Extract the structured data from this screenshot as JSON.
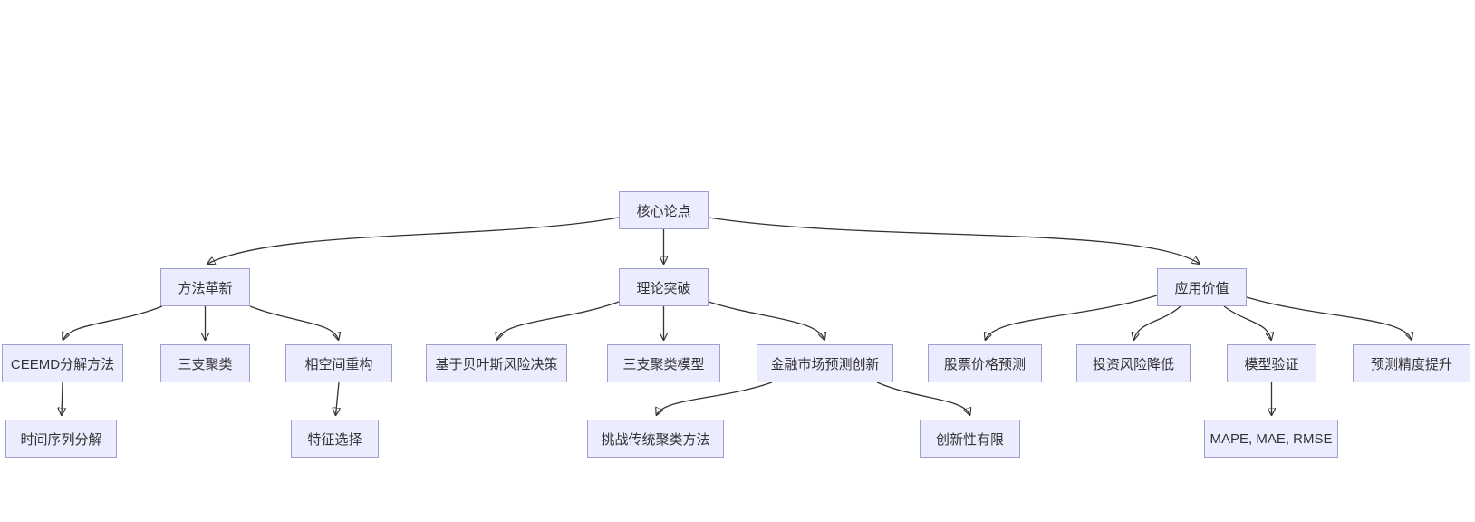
{
  "diagram": {
    "type": "flowchart",
    "direction": "top-down",
    "background_color": "#ffffff",
    "node_fill_color": "#ececff",
    "node_border_color": "#9e9ed2",
    "edge_color": "#333333",
    "text_color": "#333333"
  },
  "nodes": {
    "core_thesis": {
      "label": "核心论点"
    },
    "method_innovation": {
      "label": "方法革新"
    },
    "theory_breakthrough": {
      "label": "理论突破"
    },
    "application_value": {
      "label": "应用价值"
    },
    "ceemd": {
      "label": "CEEMD分解方法"
    },
    "three_way_clustering": {
      "label": "三支聚类"
    },
    "phase_space": {
      "label": "相空间重构"
    },
    "bayes_risk": {
      "label": "基于贝叶斯风险决策"
    },
    "three_way_model": {
      "label": "三支聚类模型"
    },
    "fin_market_innovation": {
      "label": "金融市场预测创新"
    },
    "stock_prediction": {
      "label": "股票价格预测"
    },
    "investment_risk": {
      "label": "投资风险降低"
    },
    "model_validation": {
      "label": "模型验证"
    },
    "prediction_precision": {
      "label": "预测精度提升"
    },
    "time_series_decomp": {
      "label": "时间序列分解"
    },
    "feature_selection": {
      "label": "特征选择"
    },
    "challenge_traditional": {
      "label": "挑战传统聚类方法"
    },
    "limited_novelty": {
      "label": "创新性有限"
    },
    "metrics": {
      "label": "MAPE, MAE, RMSE"
    }
  },
  "edges": [
    {
      "from": "core_thesis",
      "to": "method_innovation"
    },
    {
      "from": "core_thesis",
      "to": "theory_breakthrough"
    },
    {
      "from": "core_thesis",
      "to": "application_value"
    },
    {
      "from": "method_innovation",
      "to": "ceemd"
    },
    {
      "from": "method_innovation",
      "to": "three_way_clustering"
    },
    {
      "from": "method_innovation",
      "to": "phase_space"
    },
    {
      "from": "ceemd",
      "to": "time_series_decomp"
    },
    {
      "from": "phase_space",
      "to": "feature_selection"
    },
    {
      "from": "theory_breakthrough",
      "to": "bayes_risk"
    },
    {
      "from": "theory_breakthrough",
      "to": "three_way_model"
    },
    {
      "from": "theory_breakthrough",
      "to": "fin_market_innovation"
    },
    {
      "from": "fin_market_innovation",
      "to": "challenge_traditional"
    },
    {
      "from": "fin_market_innovation",
      "to": "limited_novelty"
    },
    {
      "from": "application_value",
      "to": "stock_prediction"
    },
    {
      "from": "application_value",
      "to": "investment_risk"
    },
    {
      "from": "application_value",
      "to": "model_validation"
    },
    {
      "from": "application_value",
      "to": "prediction_precision"
    },
    {
      "from": "model_validation",
      "to": "metrics"
    }
  ]
}
